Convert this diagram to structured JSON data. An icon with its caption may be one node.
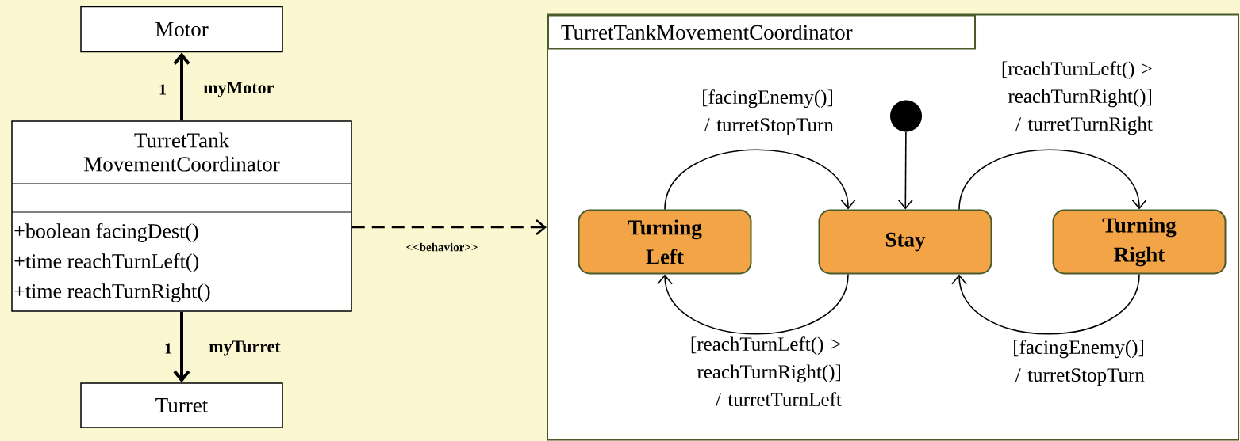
{
  "diagram": {
    "nodes": [
      {
        "text": [
          "Motor"
        ]
      },
      {
        "text": [
          "TurretTank MovementCoordinator",
          "+boolean facingDest()",
          "+time reachTurnLeft()",
          "+time reachTurnRight()"
        ]
      },
      {
        "text": [
          "Turret"
        ]
      },
      {
        "text": [
          "TurretTankMovementCoordinator"
        ]
      },
      {
        "text": [
          "Turning Left"
        ],
        "in": 3
      },
      {
        "text": [
          "Stay"
        ],
        "in": 3
      },
      {
        "text": [
          "Turning Right"
        ],
        "in": 3
      },
      {
        "text": [],
        "shape": "circle",
        "in": 3
      }
    ],
    "edges": [
      {
        "from": 1,
        "to": 0,
        "arrow": "to",
        "label": "myMotor",
        "style": "thick"
      },
      {
        "from": 1,
        "to": 2,
        "arrow": "to",
        "label": "myTurret",
        "style": "thick"
      },
      {
        "from": 1,
        "to": 3,
        "arrow": "to",
        "label": "<<behavior>>",
        "style": "dashed"
      },
      {
        "from": 7,
        "to": 5,
        "arrow": "to"
      },
      {
        "from": 4,
        "to": 5,
        "arrow": "to",
        "label": "[facingEnemy()] / turretStopTurn"
      },
      {
        "from": 5,
        "to": 4,
        "arrow": "to",
        "label": "[reachTurnLeft() > reachTurnRight()] / turretTurnLeft"
      },
      {
        "from": 5,
        "to": 6,
        "arrow": "to",
        "label": "[reachTurnLeft() > reachTurnRight()] / turretTurnRight"
      },
      {
        "from": 6,
        "to": 5,
        "arrow": "to",
        "label": "[facingEnemy()] / turretStopTurn"
      }
    ],
    "labels": [
      "1",
      "1"
    ]
  }
}
